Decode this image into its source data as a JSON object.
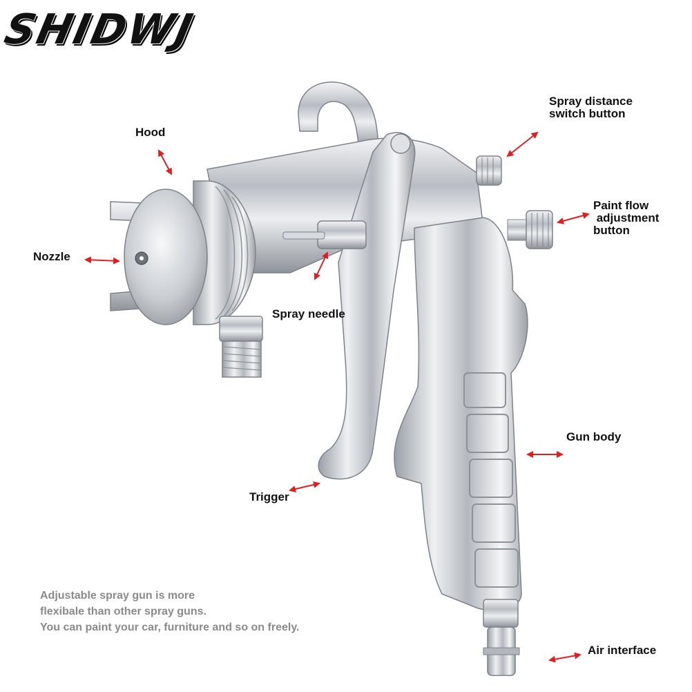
{
  "brand": "SHIDWJ",
  "labels": {
    "spray_distance": [
      "Spray distance",
      "switch button"
    ],
    "hood": "Hood",
    "paint_flow": [
      "Paint flow",
      " adjustment",
      "button"
    ],
    "nozzle": "Nozzle",
    "spray_needle": "Spray needle",
    "gun_body": "Gun body",
    "trigger": "Trigger",
    "air_interface": "Air interface"
  },
  "description": [
    "Adjustable spray gun is more",
    "flexibale than other spray guns.",
    "You can paint your car, furniture and so on freely."
  ],
  "colors": {
    "arrow": "#e02020",
    "text": "#111111",
    "description": "#8a8a8a",
    "metal": "#c9ccd1"
  }
}
